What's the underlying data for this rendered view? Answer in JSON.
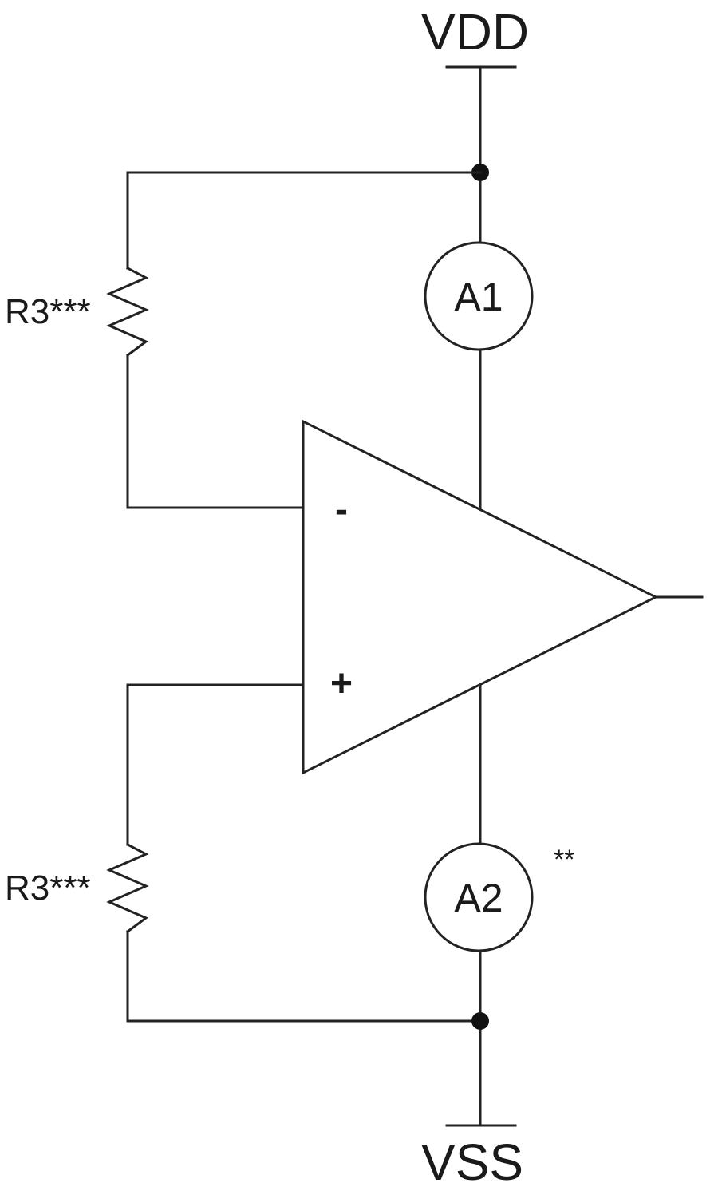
{
  "supply": {
    "positive_label": "VDD",
    "negative_label": "VSS"
  },
  "meters": [
    {
      "label": "A1"
    },
    {
      "label": "A2"
    }
  ],
  "resistors": [
    {
      "label": "R3***"
    },
    {
      "label": "R3***"
    }
  ],
  "opamp": {
    "inverting_label": "-",
    "noninverting_label": "+"
  },
  "annotations": {
    "a2_note": "**"
  },
  "colors": {
    "line": "#222222",
    "background": "#ffffff"
  }
}
